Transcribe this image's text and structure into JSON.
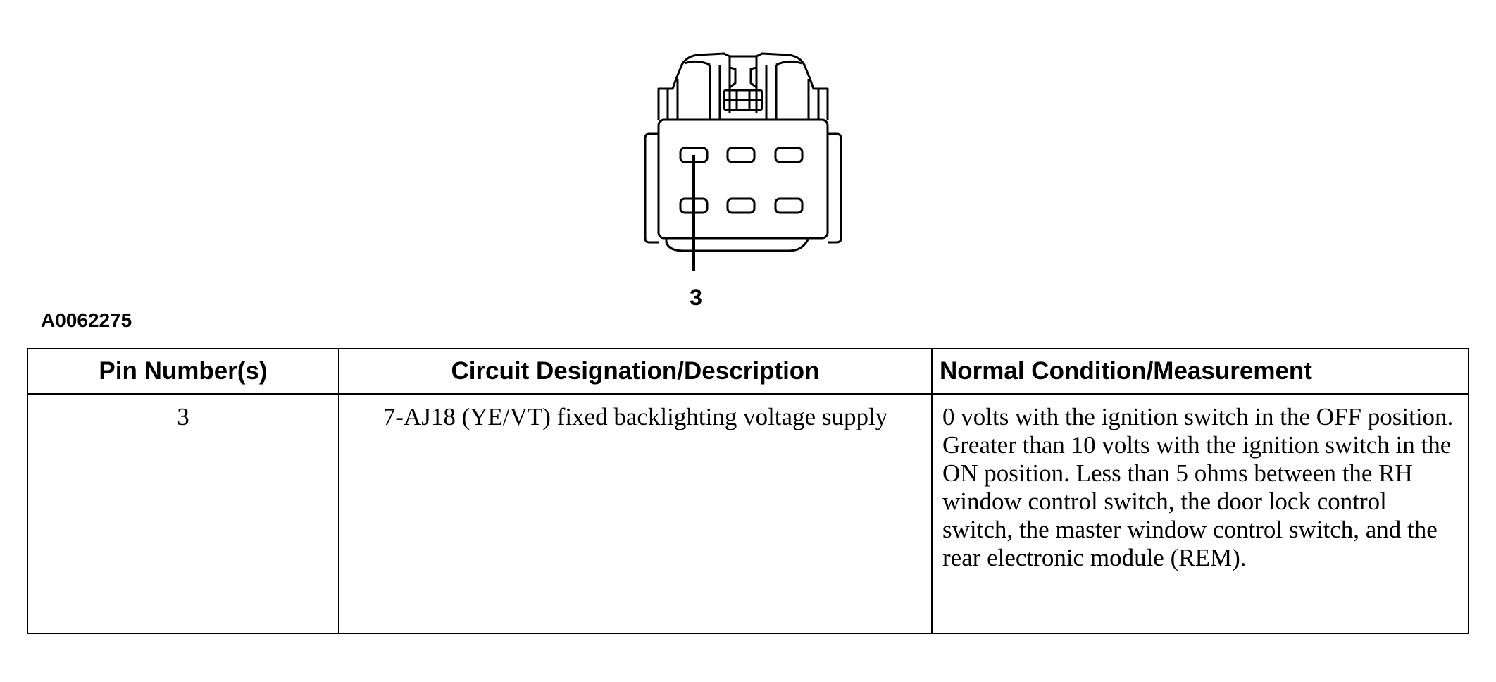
{
  "figure": {
    "pin_callout": "3",
    "figure_id": "A0062275"
  },
  "table": {
    "headers": {
      "pin": "Pin Number(s)",
      "circuit": "Circuit Designation/Description",
      "condition": "Normal Condition/Measurement"
    },
    "rows": [
      {
        "pin": "3",
        "circuit": "7-AJ18 (YE/VT) fixed backlighting voltage supply",
        "condition": "0 volts with the ignition switch in the OFF position. Greater than 10 volts with the ignition switch in the ON position. Less than 5 ohms between the RH window control switch, the door lock control switch, the master window control switch, and  the rear electronic module (REM)."
      }
    ]
  }
}
